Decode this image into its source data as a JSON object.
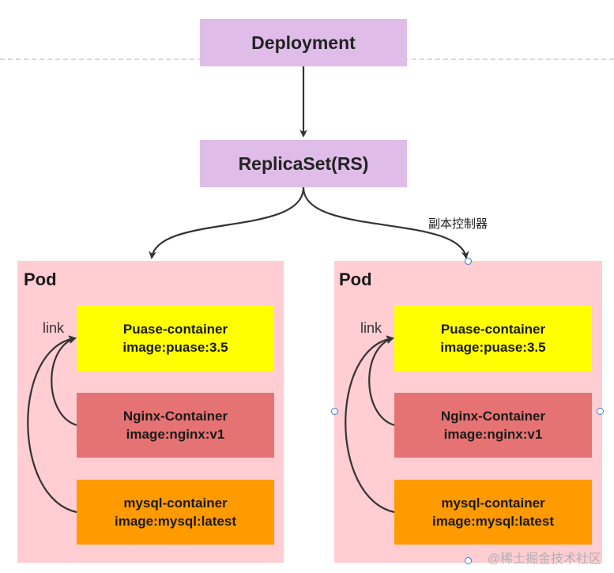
{
  "diagram": {
    "deployment": "Deployment",
    "replicaset": "ReplicaSet(RS)",
    "controller_note": "副本控制器",
    "pods": [
      {
        "label": "Pod",
        "link_label": "link",
        "containers": [
          {
            "name": "Puase-container",
            "image": "image:puase:3.5"
          },
          {
            "name": "Nginx-Container",
            "image": "image:nginx:v1"
          },
          {
            "name": "mysql-container",
            "image": "image:mysql:latest"
          }
        ]
      },
      {
        "label": "Pod",
        "link_label": "link",
        "containers": [
          {
            "name": "Puase-container",
            "image": "image:puase:3.5"
          },
          {
            "name": "Nginx-Container",
            "image": "image:nginx:v1"
          },
          {
            "name": "mysql-container",
            "image": "image:mysql:latest"
          }
        ]
      }
    ]
  },
  "watermark": "@稀土掘金技术社区",
  "colors": {
    "purple": "#dfbde8",
    "pod": "#ffcdd2",
    "pause": "#ffff00",
    "nginx": "#e57373",
    "mysql": "#ff9a00",
    "arrow": "#333333",
    "handle": "#3a7bd5"
  }
}
